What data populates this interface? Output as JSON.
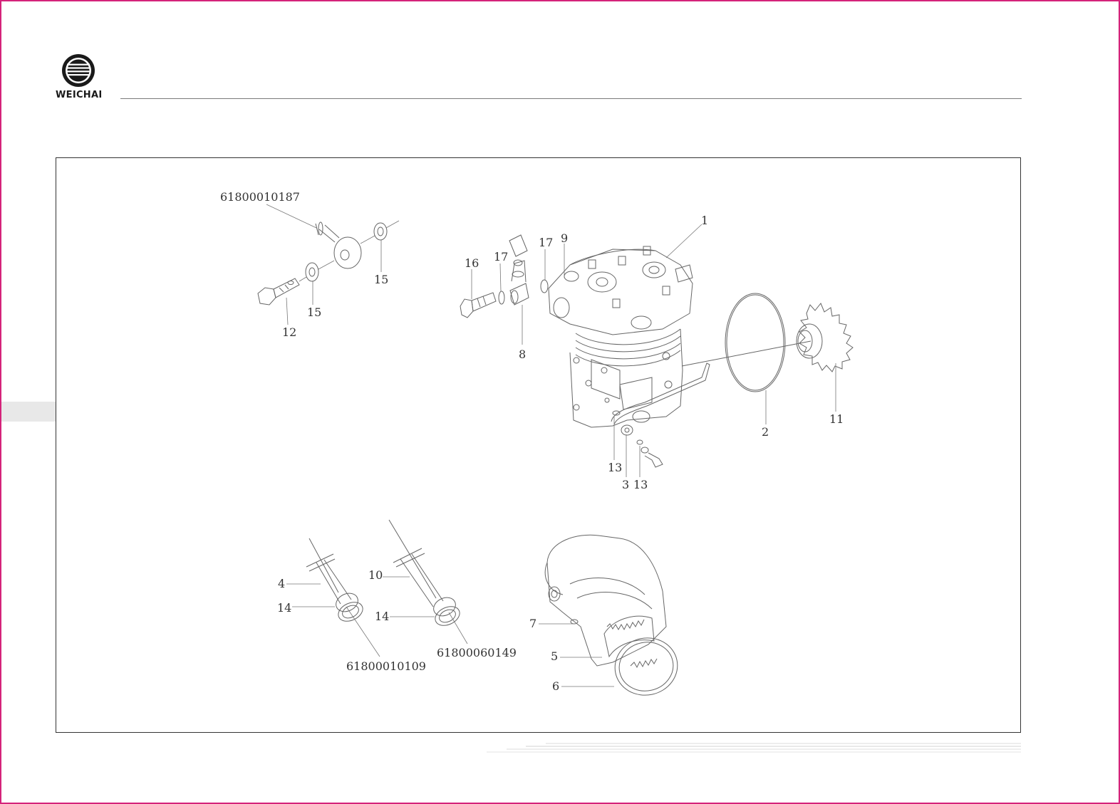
{
  "header": {
    "brand": "WEICHAI"
  },
  "figure": {
    "callouts": {
      "c1": "1",
      "c2": "2",
      "c3": "3",
      "c4": "4",
      "c5": "5",
      "c6": "6",
      "c7": "7",
      "c8": "8",
      "c9": "9",
      "c10": "10",
      "c11": "11",
      "c12": "12",
      "c13a": "13",
      "c13b": "13",
      "c14a": "14",
      "c14b": "14",
      "c15a": "15",
      "c15b": "15",
      "c16": "16",
      "c17a": "17",
      "c17b": "17",
      "pn_banjo": "61800010187",
      "pn_pipe_a": "61800010109",
      "pn_pipe_b": "61800060149"
    }
  },
  "colors": {
    "page_border": "#d4237a",
    "line_art": "#666666",
    "side_tab": "#e8e8e8"
  }
}
